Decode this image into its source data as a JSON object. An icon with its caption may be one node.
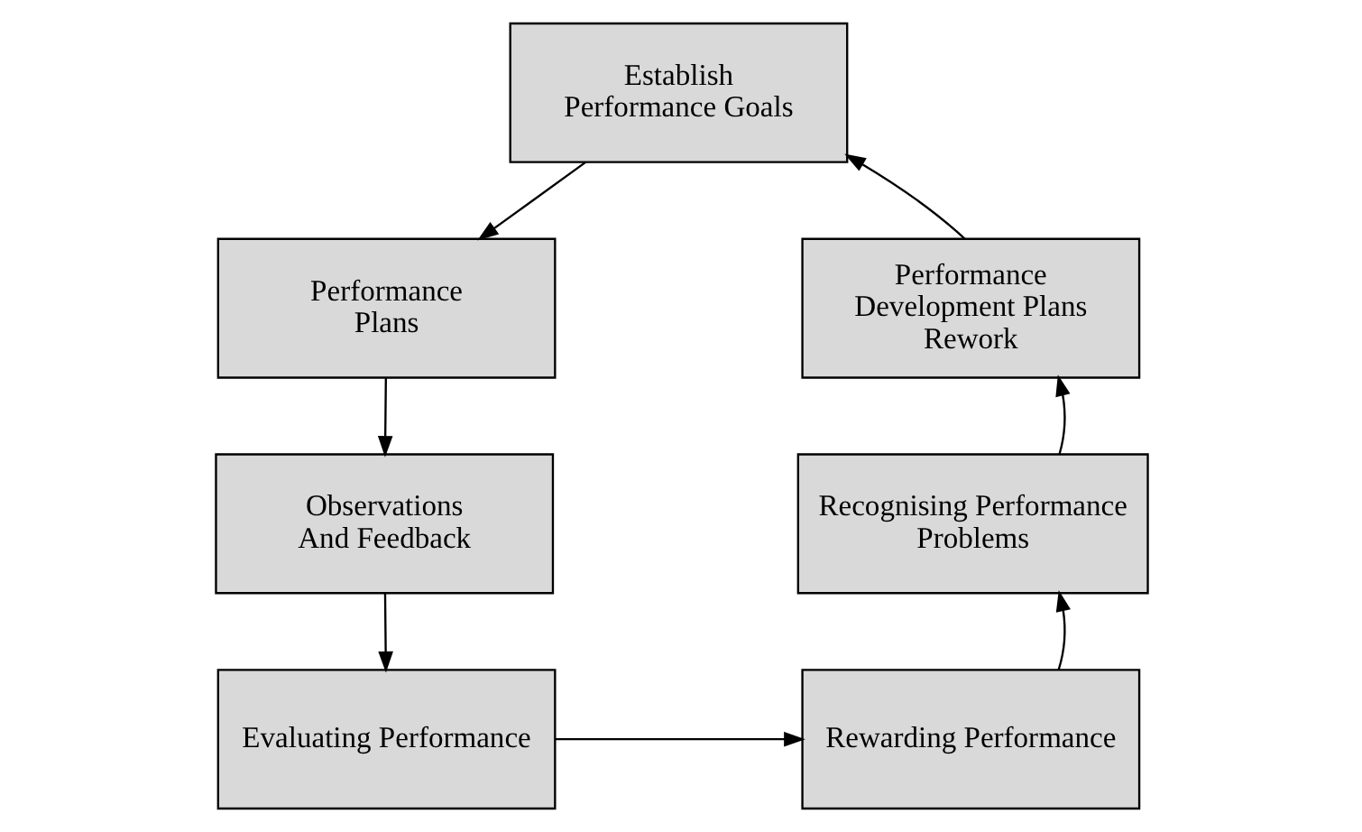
{
  "diagram": {
    "nodes": [
      {
        "text": [
          "Establish Performance Goals"
        ]
      },
      {
        "text": [
          "Performance Plans"
        ]
      },
      {
        "text": [
          "Observations And Feedback"
        ]
      },
      {
        "text": [
          "Evaluating Performance"
        ]
      },
      {
        "text": [
          "Rewarding Performance"
        ]
      },
      {
        "text": [
          "Recognising Performance Problems"
        ]
      },
      {
        "text": [
          "Performance Development Plans Rework"
        ]
      }
    ],
    "edges": [
      {
        "from": 0,
        "to": 1,
        "arrow": "to"
      },
      {
        "from": 1,
        "to": 2,
        "arrow": "to"
      },
      {
        "from": 2,
        "to": 3,
        "arrow": "to"
      },
      {
        "from": 3,
        "to": 4,
        "arrow": "to"
      },
      {
        "from": 4,
        "to": 5,
        "arrow": "to"
      },
      {
        "from": 5,
        "to": 6,
        "arrow": "to"
      },
      {
        "from": 6,
        "to": 0,
        "arrow": "to"
      }
    ]
  }
}
